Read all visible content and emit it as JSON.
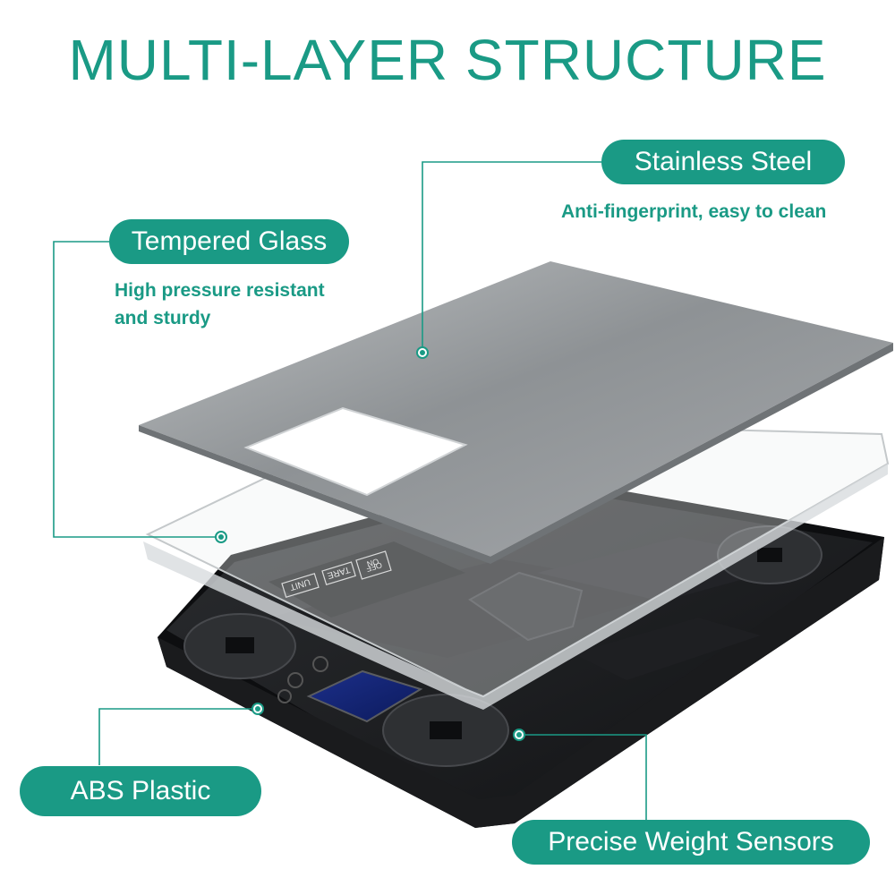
{
  "title": "MULTI-LAYER STRUCTURE",
  "accent_color": "#1a9a85",
  "labels": {
    "stainless_steel": {
      "name": "Stainless Steel",
      "description": "Anti-fingerprint, easy to clean"
    },
    "tempered_glass": {
      "name": "Tempered Glass",
      "description_line1": "High pressure resistant",
      "description_line2": "and sturdy"
    },
    "abs_plastic": {
      "name": "ABS Plastic"
    },
    "weight_sensors": {
      "name": "Precise Weight Sensors"
    }
  },
  "button_labels": {
    "unit": "UNIT",
    "tare": "TARE",
    "on_off_top": "ON",
    "on_off_bottom": "OFF"
  }
}
